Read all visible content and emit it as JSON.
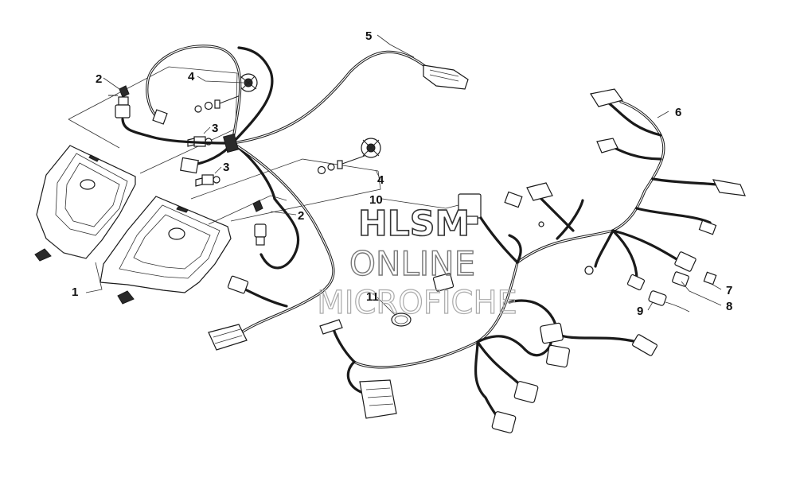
{
  "callouts": [
    {
      "label": "1",
      "part": "headlight-assembly"
    },
    {
      "label": "2",
      "part": "bulb-socket-upper"
    },
    {
      "label": "2",
      "part": "bulb-socket-lower"
    },
    {
      "label": "3",
      "part": "bulb-upper"
    },
    {
      "label": "3",
      "part": "bulb-lower"
    },
    {
      "label": "4",
      "part": "adjuster-kit-upper"
    },
    {
      "label": "4",
      "part": "adjuster-kit-lower"
    },
    {
      "label": "5",
      "part": "headlight-harness"
    },
    {
      "label": "6",
      "part": "main-harness"
    },
    {
      "label": "7",
      "part": "fuse"
    },
    {
      "label": "8",
      "part": "fuse-holder"
    },
    {
      "label": "9",
      "part": "connector-cap"
    },
    {
      "label": "10",
      "part": "relay"
    },
    {
      "label": "11",
      "part": "cable-clamp"
    }
  ],
  "watermark": {
    "line1": "HLSM",
    "line2": "ONLINE",
    "line3": "MICROFICHE"
  }
}
